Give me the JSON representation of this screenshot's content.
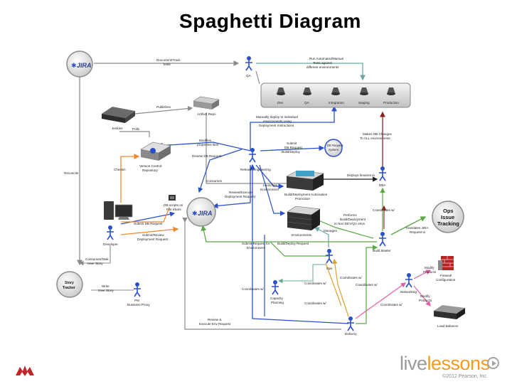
{
  "title": "Spaghetti Diagram",
  "brand": {
    "pre": "live",
    "accent": "lessons",
    "copyright": "©2012 Pearson, Inc."
  },
  "nodes": {
    "jira_top": "JIRA",
    "qa": "QA",
    "dev": "Dev",
    "qa_env": "QA",
    "integration": "Integration",
    "staging": "Staging",
    "production": "Production",
    "jenkins": "Jenkins",
    "artifact": "Artifact Repo",
    "vcs": "Version Control Repository",
    "db_request": "DB Request System",
    "release_eng": "Release Engineering",
    "build_tool": "Build/Deployment Automation Promotion",
    "dba": "DBA",
    "db_scripts": "DB scripts on File Share",
    "jira_center": "JIRA",
    "developer": "Developer",
    "environments": "Environments",
    "ops_tracking_1": "Ops",
    "ops_tracking_2": "Issue",
    "ops_tracking_3": "Tracking",
    "build_master": "Build Master",
    "ops": "Ops",
    "story_tracker": "Story Tracker",
    "pm": "PM",
    "pm2": "Business Proxy",
    "capacity": "Capacity Planning",
    "networking": "Networking",
    "firewall": "Firewall Configuration",
    "load_balancer": "Load Balancer",
    "delivery": "Delivery"
  },
  "edges": {
    "document_tests": "Document/Track Tests",
    "run_tests_1": "Run Automated/Manual",
    "run_tests_2": "Tests against",
    "run_tests_3": "different environments",
    "publishes": "Publishes",
    "polls": "Polls",
    "modifies_props": "Modifies .properties files",
    "review_db": "Review DB Request",
    "checkin": "Checkin",
    "reconcile": "Reconcile",
    "manual_deploy_1": "Manually deploy to individual",
    "manual_deploy_2": "environments using",
    "manual_deploy_3": "Deployment Instructions",
    "submit_db_1": "Submit",
    "submit_db_2": "DB Request",
    "submit_db_3": "Build/Deploy",
    "makes_db_1": "Makes DB Changes",
    "makes_db_2": "To ALL environments",
    "consumes": "Consumes",
    "launches_env": "Launches Environment",
    "deploys_binaries": "Deploys binaries to",
    "review_execute": "Review/Execute Deployment Request",
    "submit_db_request": "Submit DB Request",
    "submit_review": "Submit/Review Deployment Request",
    "manages": "Manages",
    "performs_1": "Performs",
    "performs_2": "Build/Deployment",
    "performs_3": "to Non DEV/QA envs",
    "coordinates_dba": "Coordinates w/",
    "translates_1": "Translates JIRA",
    "translates_2": "Request to",
    "submit_build": "Submit Request for Environment",
    "build_deploy": "Build/Deploy Request",
    "consumes_task": "Consumes/Task User Story",
    "write_story": "Write User Story",
    "coord_1": "Coordinates w/",
    "coord_2": "Coordinates w/",
    "coord_3": "Coordinates w/",
    "coord_4": "Coordinates w/",
    "coord_5": "Coordinates w/",
    "modify_1": "Modify Products",
    "modify_2": "Modify Products",
    "review_execute_env": "Review & Execute Env Request"
  },
  "colors": {
    "gray": "#8c8c8c",
    "blue": "#2b50c8",
    "orange": "#f0892b",
    "green": "#58a844",
    "dark_red": "#8e1f1f",
    "teal": "#6aa8a0",
    "pink": "#e060a8",
    "gold": "#d9a22a",
    "black": "#222222",
    "accent_red": "#c0252b"
  }
}
